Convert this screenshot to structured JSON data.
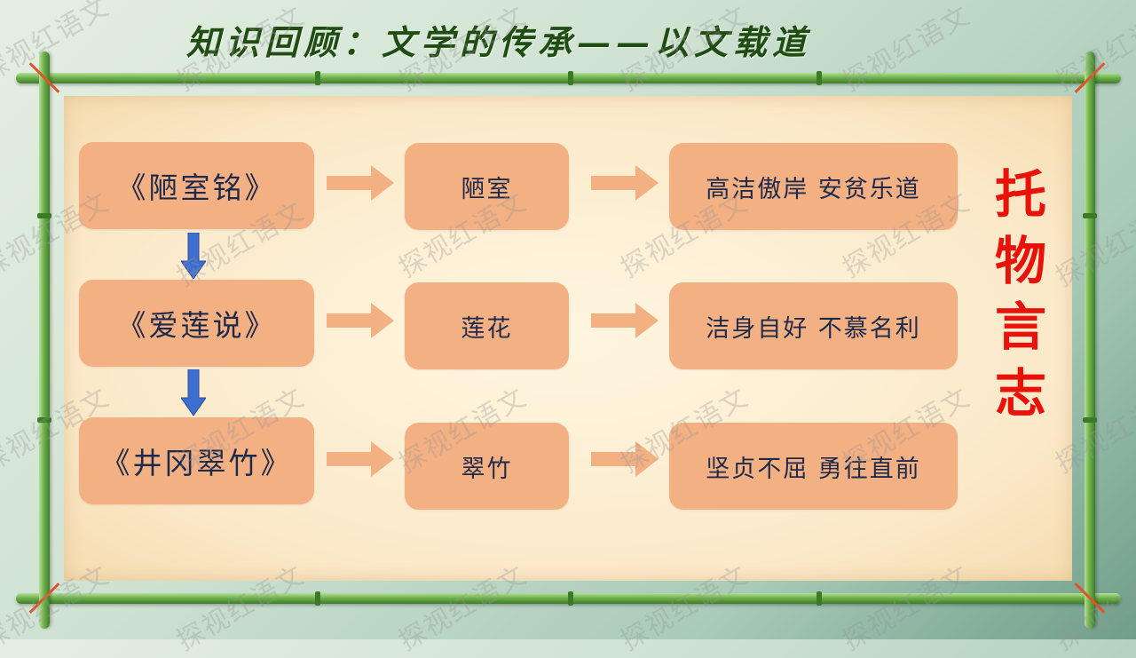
{
  "title": "知识回顾：文学的传承——以文载道",
  "rows": [
    {
      "work": "《陋室铭》",
      "object": "陋室",
      "meaning": "高洁傲岸  安贫乐道"
    },
    {
      "work": "《爱莲说》",
      "object": "莲花",
      "meaning": "洁身自好  不慕名利"
    },
    {
      "work": "《井冈翠竹》",
      "object": "翠竹",
      "meaning": "坚贞不屈  勇往直前"
    }
  ],
  "theme": [
    "托",
    "物",
    "言",
    "志"
  ],
  "watermark": "探视红语文",
  "colors": {
    "box": "#f3b083",
    "arrow": "#f3b083",
    "down_arrow": "#3d6fd1",
    "theme_text": "#e8120a",
    "title_text": "#1f4d12"
  }
}
